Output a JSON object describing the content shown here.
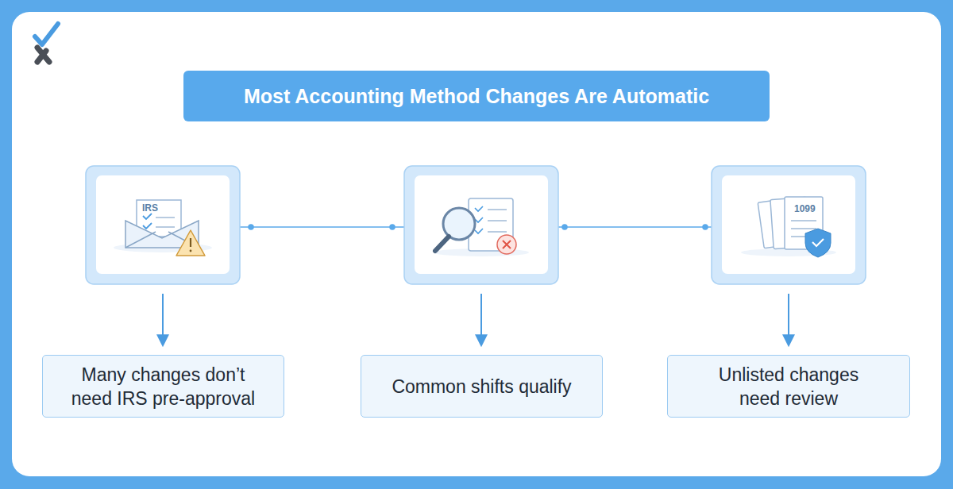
{
  "diagram": {
    "title": "Most Accounting Method Changes Are Automatic",
    "nodes": [
      {
        "text": [
          "Many changes don’t need IRS pre-approval"
        ]
      },
      {
        "text": [
          "Common shifts qualify"
        ]
      },
      {
        "text": [
          "Unlisted changes need review"
        ]
      }
    ],
    "labels": [
      "IRS",
      "1099"
    ]
  }
}
